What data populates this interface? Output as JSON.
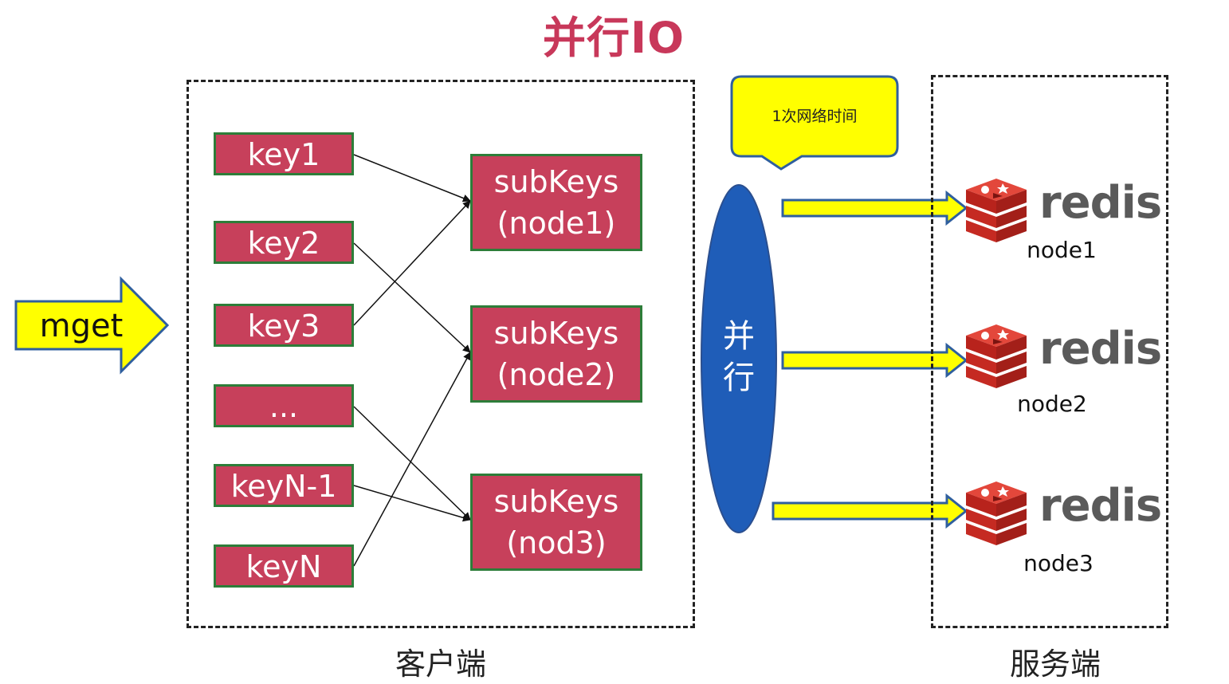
{
  "title": "并行IO",
  "input_command": "mget",
  "client": {
    "caption": "客户端",
    "keys": [
      "key1",
      "key2",
      "key3",
      "...",
      "keyN-1",
      "keyN"
    ],
    "subkeys": [
      {
        "line1": "subKeys",
        "line2": "(node1)"
      },
      {
        "line1": "subKeys",
        "line2": "(node2)"
      },
      {
        "line1": "subKeys",
        "line2": "(nod3)"
      }
    ]
  },
  "parallel_label": "并\n行",
  "callout": "1次网络时间",
  "server": {
    "caption": "服务端",
    "nodes": [
      {
        "brand": "redis",
        "label": "node1"
      },
      {
        "brand": "redis",
        "label": "node2"
      },
      {
        "brand": "redis",
        "label": "node3"
      }
    ]
  },
  "colors": {
    "title": "#c8385a",
    "key_fill": "#c7405b",
    "key_border": "#2d7d39",
    "callout_fill": "#ffff00",
    "ellipse_fill": "#1f5db8",
    "arrow_fill": "#ffff00",
    "arrow_stroke": "#2f5f9e",
    "redis_red": "#d6302a"
  },
  "icons": [
    "redis-logo-icon",
    "block-arrow-icon",
    "speech-callout-icon"
  ]
}
